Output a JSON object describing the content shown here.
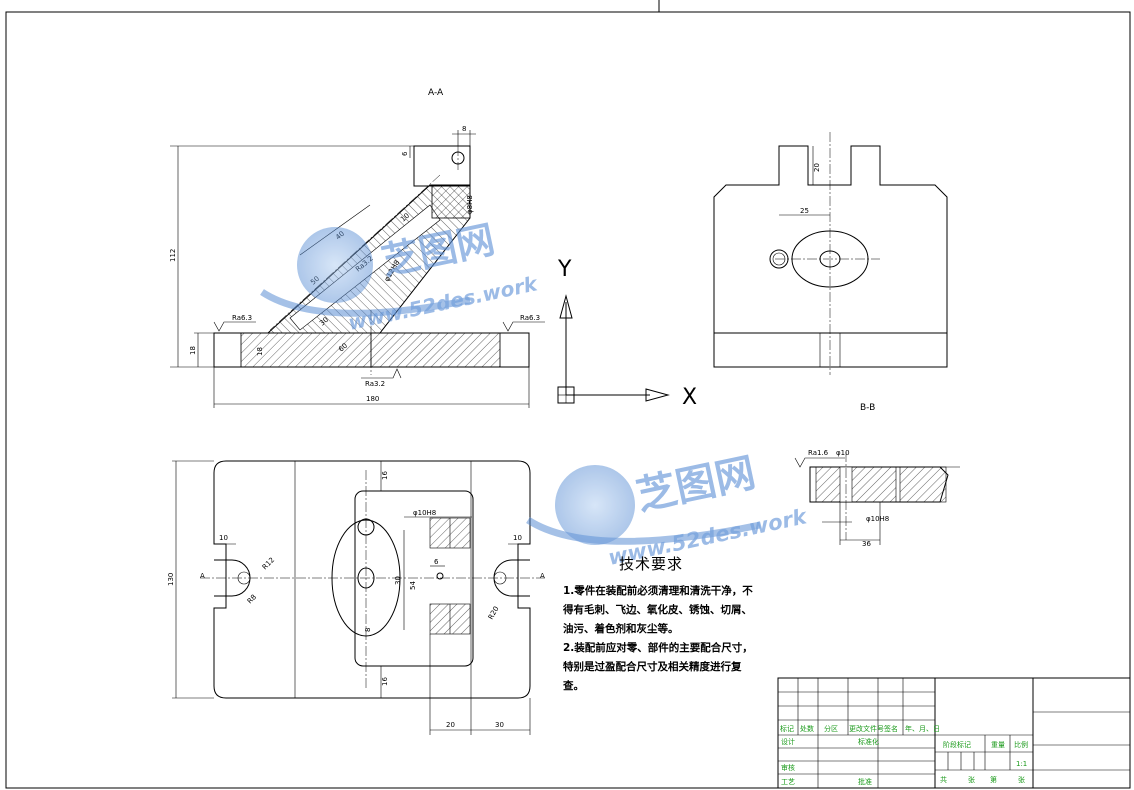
{
  "section_labels": {
    "a_a": "A-A",
    "b_b": "B-B",
    "arrow_a": "A"
  },
  "axes": {
    "x": "X",
    "y": "Y"
  },
  "watermark": {
    "brand": "芝图网",
    "url": "www.52des.work"
  },
  "dimensions": {
    "front_height": "112",
    "front_width": "180",
    "base_height": "18",
    "base_inner": "18",
    "top_w": "8",
    "top_h": "6",
    "phi_top": "φ8H8",
    "angle_40": "40",
    "slant_10": "10",
    "slant_50": "50",
    "slant_30": "30",
    "slant_60": "60",
    "phi_slant": "φ12H8",
    "side_20": "20",
    "side_25": "25",
    "plan_height": "130",
    "plan_16_top": "16",
    "plan_16_bottom": "16",
    "plan_10_left": "10",
    "plan_10_right": "10",
    "plan_r12": "R12",
    "plan_r8": "R8",
    "plan_r20": "R20",
    "plan_phi10": "φ10H8",
    "plan_6": "6",
    "plan_30": "30",
    "plan_8": "8",
    "plan_54": "54",
    "plan_20": "20",
    "plan_30b": "30",
    "detail_phi10": "φ10",
    "detail_phi_h8": "φ10H8",
    "detail_36": "36"
  },
  "surface_finish": {
    "ra63_left": "Ra6.3",
    "ra63_right": "Ra6.3",
    "ra32_bottom": "Ra3.2",
    "ra32_slant": "Ra3.2",
    "ra16_detail": "Ra1.6"
  },
  "tech_requirements": {
    "title": "技术要求",
    "line1": "1.零件在装配前必须清理和清洗干净，不",
    "line2": "得有毛刺、飞边、氧化皮、锈蚀、切屑、",
    "line3": "油污、着色剂和灰尘等。",
    "line4": "2.装配前应对零、部件的主要配合尺寸，",
    "line5": "特别是过盈配合尺寸及相关精度进行复",
    "line6": "查。"
  },
  "title_block": {
    "mark": "标记",
    "count": "处数",
    "zone": "分区",
    "doc_no": "更改文件号",
    "sign": "签名",
    "date": "年、月、日",
    "design": "设计",
    "standard": "标准化",
    "stage_mark": "阶段标记",
    "weight": "重量",
    "scale_label": "比例",
    "scale": "1:1",
    "review": "审核",
    "process": "工艺",
    "approve": "批准",
    "total": "共",
    "sheets": "张",
    "page": "第",
    "sheet2": "张"
  }
}
